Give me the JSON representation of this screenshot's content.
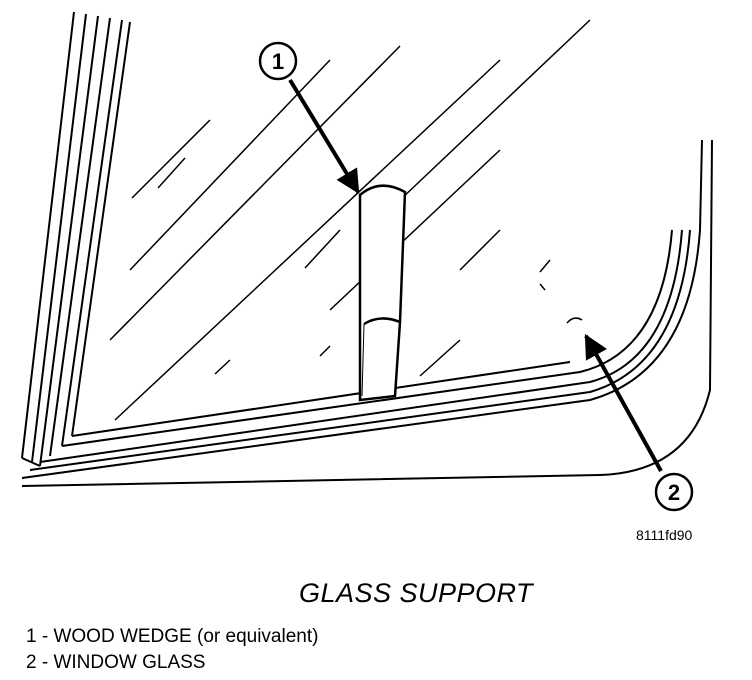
{
  "callouts": [
    {
      "number": "1"
    },
    {
      "number": "2"
    }
  ],
  "figure_id": "8111fd90",
  "caption": "GLASS SUPPORT",
  "legend": [
    "1 - WOOD WEDGE (or equivalent)",
    "2 - WINDOW GLASS"
  ]
}
